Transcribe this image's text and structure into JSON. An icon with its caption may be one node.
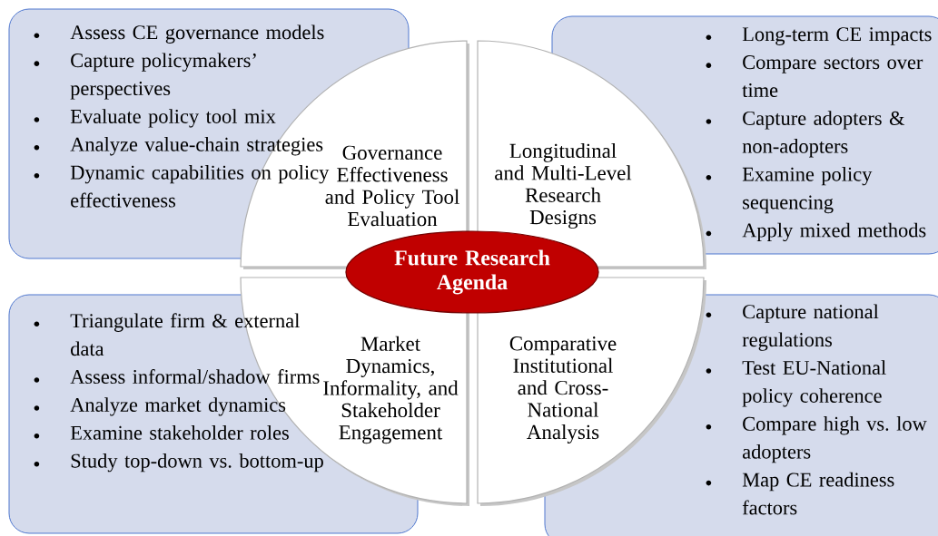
{
  "diagram": {
    "nodes": [
      {
        "text": [
          "Assess CE governance models",
          "Capture policymakers’ perspectives",
          "Evaluate policy tool mix",
          "Analyze value-chain strategies",
          "Dynamic capabilities on policy effectiveness"
        ]
      },
      {
        "text": [
          "Governance Effectiveness and Policy Tool Evaluation"
        ]
      },
      {
        "text": [
          "Longitudinal and Multi-Level Research Designs"
        ]
      },
      {
        "text": [
          "Long-term CE impacts",
          "Compare sectors over time",
          "Capture adopters & non-adopters",
          "Examine policy sequencing",
          "Apply mixed methods"
        ]
      },
      {
        "text": [
          "Future Research Agenda"
        ]
      },
      {
        "text": [
          "Triangulate firm & external data",
          "Assess informal/shadow firms",
          "Analyze market dynamics",
          "Examine stakeholder roles",
          "Study top-down vs. bottom-up"
        ]
      },
      {
        "text": [
          "Market Dynamics, Informality, and Stakeholder Engagement"
        ]
      },
      {
        "text": [
          "Comparative Institutional and Cross-National Analysis"
        ]
      },
      {
        "text": [
          "Capture national regulations",
          "Test EU-National policy coherence",
          "Compare high vs. low adopters",
          "Map CE readiness factors"
        ]
      }
    ]
  }
}
